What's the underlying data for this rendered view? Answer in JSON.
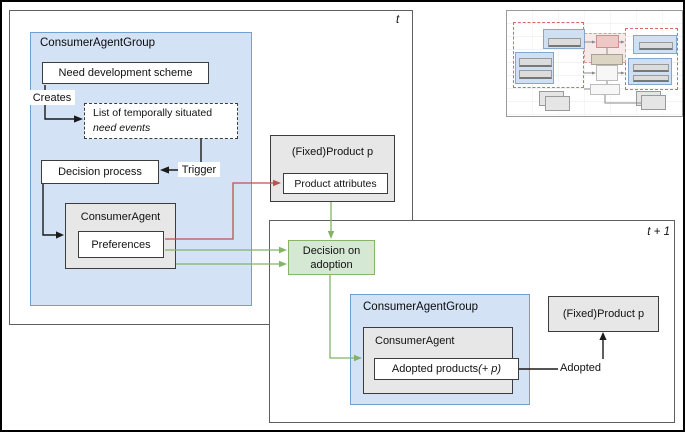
{
  "figure": {
    "frame_t_label": "t",
    "frame_t1_label": "t + 1"
  },
  "t_frame": {
    "group_title": "ConsumerAgentGroup",
    "need_scheme_label": "Need development scheme",
    "creates_label": "Creates",
    "need_events_line1": "List of temporally situated",
    "need_events_line2": "need events",
    "trigger_label": "Trigger",
    "decision_process_label": "Decision process",
    "agent_title": "ConsumerAgent",
    "preferences_label": "Preferences",
    "product_title": "(Fixed)Product p",
    "product_attributes_label": "Product attributes"
  },
  "decision_box": {
    "line1": "Decision on",
    "line2": "adoption"
  },
  "t1_frame": {
    "group_title": "ConsumerAgentGroup",
    "agent_title": "ConsumerAgent",
    "adopted_products_text": "Adopted products ",
    "adopted_products_suffix_italic": "(+ p)",
    "adopted_label": "Adopted",
    "product_title": "(Fixed)Product p"
  },
  "colors": {
    "group_fill": "#d3e2f4",
    "group_border": "#71a1d1",
    "node_gray_fill": "#e7e7e7",
    "node_border": "#3c3c3c",
    "decision_fill": "#d5e8d4",
    "decision_border": "#87b567",
    "arrow_black": "#1b1b1b",
    "arrow_red": "#b85450",
    "arrow_green": "#82b366",
    "frame_border": "#5f5f5f"
  }
}
